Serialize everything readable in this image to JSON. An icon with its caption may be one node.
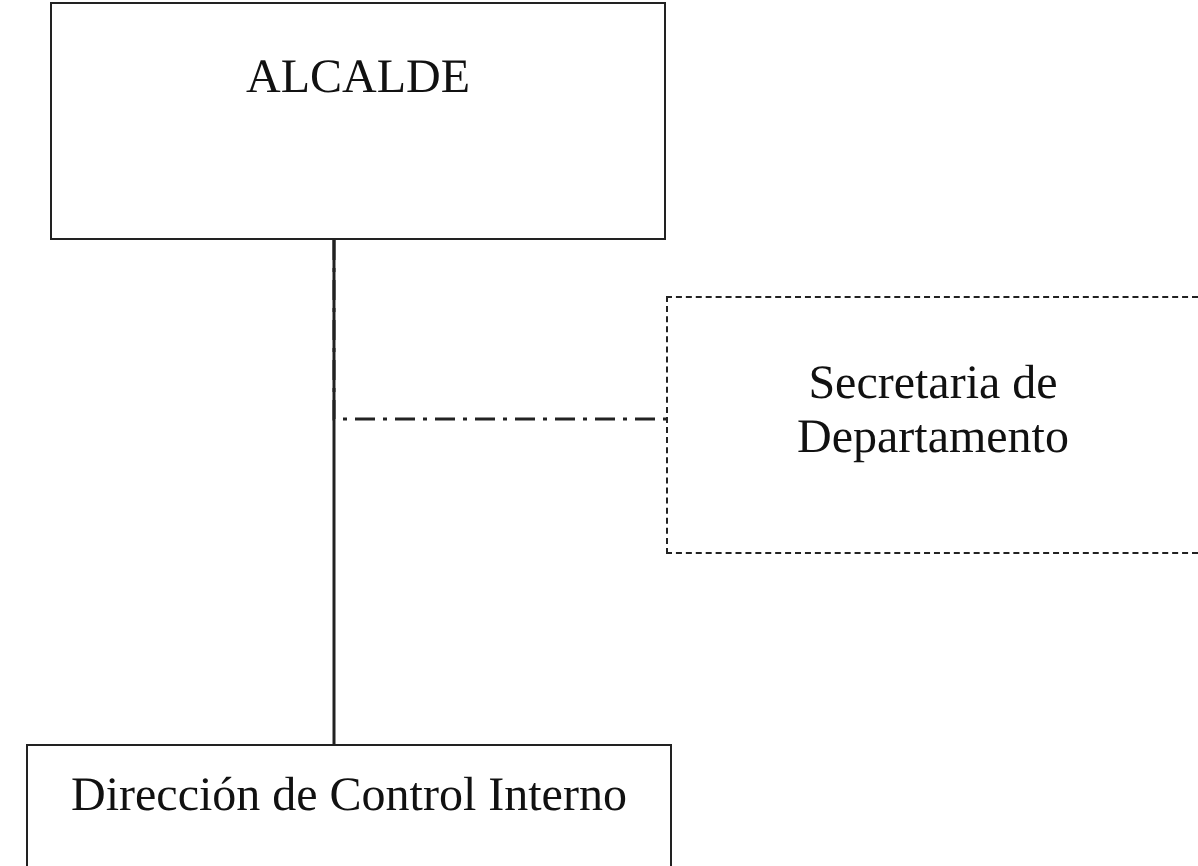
{
  "diagram": {
    "nodes": [
      {
        "text": [
          "ALCALDE"
        ]
      },
      {
        "text": [
          "Secretaria de Departamento"
        ]
      },
      {
        "text": [
          "Dirección de Control Interno"
        ]
      }
    ],
    "edges": [
      {
        "from": 0,
        "to": 2,
        "arrow": "none"
      },
      {
        "from": 0,
        "to": 1,
        "arrow": "none",
        "style": "dashed"
      }
    ]
  }
}
